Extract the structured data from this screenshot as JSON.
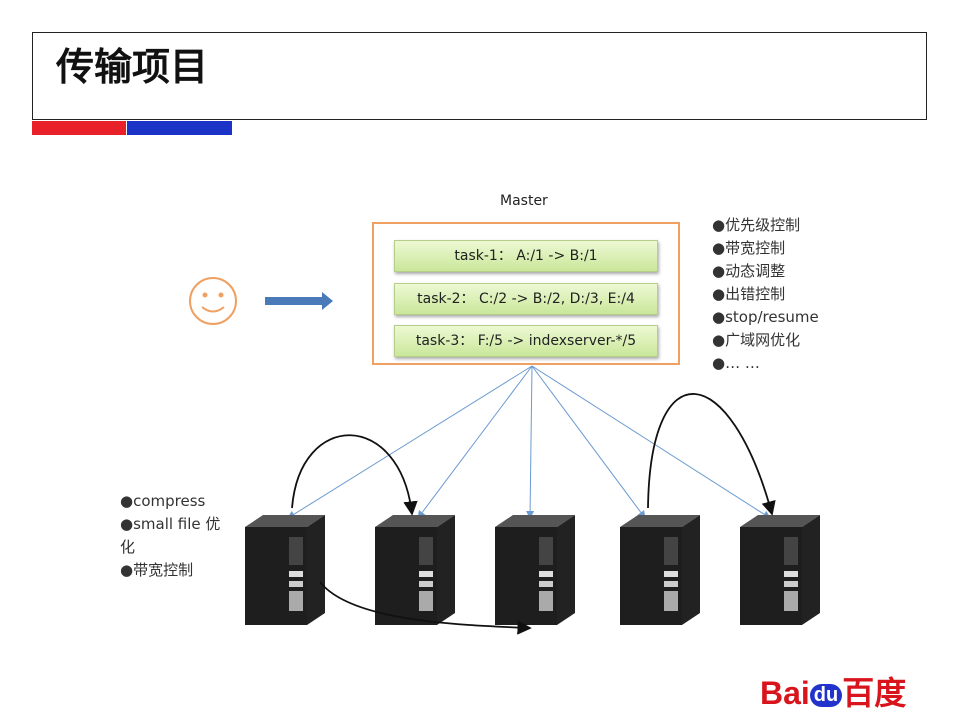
{
  "title": "传输项目",
  "master": {
    "label": "Master",
    "tasks": [
      "task-1： A:/1 -> B:/1",
      "task-2： C:/2 -> B:/2, D:/3, E:/4",
      "task-3： F:/5 -> indexserver-*/5"
    ]
  },
  "features": [
    "●优先级控制",
    "●带宽控制",
    "●动态调整",
    "●出错控制",
    "●stop/resume",
    "●广域网优化",
    "●… …"
  ],
  "server_features": [
    "●compress",
    "●small file 优化",
    "●带宽控制"
  ],
  "logo": {
    "text_left": "Bai",
    "text_paw": "du",
    "text_right": "百度"
  },
  "colors": {
    "red": "#e8202a",
    "blue": "#1c33c8",
    "master_border": "#f0a060",
    "arrow": "#4a7ab8"
  }
}
